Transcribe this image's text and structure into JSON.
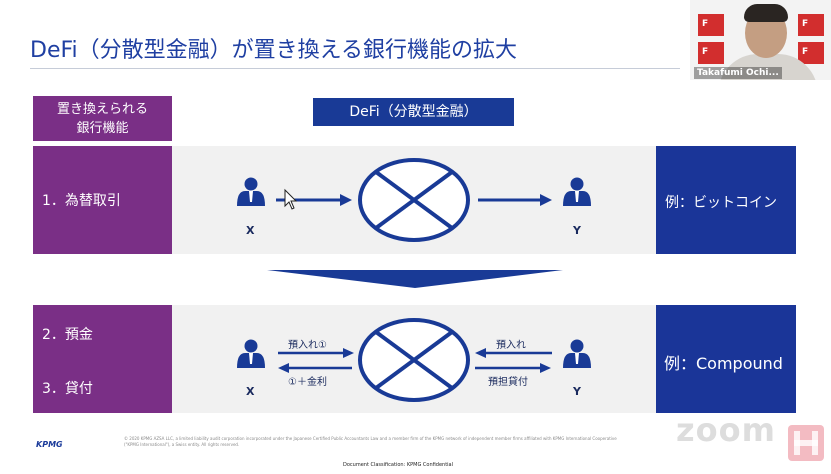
{
  "slide": {
    "title": "DeFi（分散型金融）が置き換える銀行機能の拡大",
    "left_header_line1": "置き換えられる",
    "left_header_line2": "銀行機能",
    "center_header": "DeFi（分散型金融）",
    "row1": {
      "label": "1．為替取引",
      "party_x": "X",
      "party_y": "Y",
      "example": "例：ビットコイン"
    },
    "row2": {
      "label_a": "2．預金",
      "label_b": "3．貸付",
      "party_x": "X",
      "party_y": "Y",
      "arrow_top_left": "預入れ①",
      "arrow_bottom_left": "①＋金利",
      "arrow_top_right": "預入れ",
      "arrow_bottom_right": "預担貸付",
      "example": "例：Compound"
    },
    "footer_legal": "© 2020 KPMG AZSA LLC, a limited liability audit corporation incorporated under the Japanese Certified Public Accountants Law and a member firm of the KPMG network of independent member firms affiliated with KPMG International Cooperative",
    "footer_legal2": "(\"KPMG International\"), a Swiss entity. All rights reserved.",
    "doc_classification": "Document Classification: KPMG Confidential",
    "kpmg_logo": "KPMG"
  },
  "video": {
    "participant_name": "Takafumi Ochi...",
    "watermark": "zoom"
  },
  "colors": {
    "title": "#1f3fa2",
    "purple": "#7a2f86",
    "navy": "#1a3598",
    "row_bg": "#f1f1f1",
    "icon": "#193a96"
  },
  "icons": [
    "person-icon",
    "cross-circle-icon",
    "arrow-right-icon",
    "arrow-left-icon",
    "down-wedge-icon",
    "mouse-cursor-icon"
  ]
}
